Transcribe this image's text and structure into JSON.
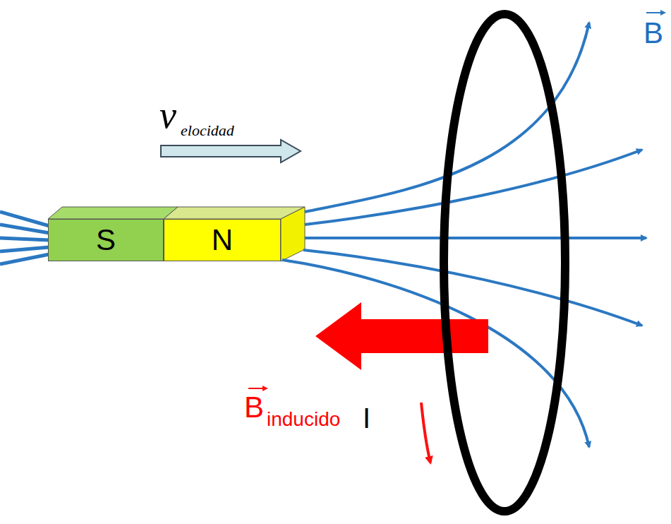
{
  "diagram": {
    "nodes": [
      {
        "text": [
          "S"
        ]
      },
      {
        "text": [
          "N"
        ]
      }
    ],
    "labels": [
      "v",
      "elocidad",
      "B",
      "B",
      "inducido",
      "I"
    ]
  }
}
